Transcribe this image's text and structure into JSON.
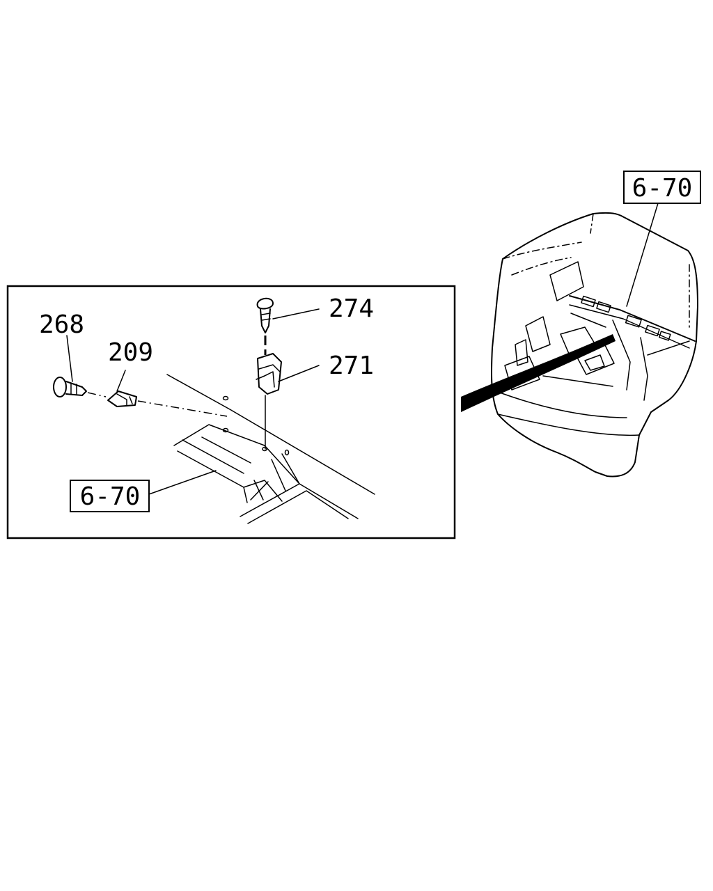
{
  "callouts": {
    "part_274": "274",
    "part_268": "268",
    "part_209": "209",
    "part_271": "271"
  },
  "references": {
    "main_view_ref": "6-70",
    "detail_view_ref": "6-70"
  },
  "colors": {
    "line": "#000000",
    "background": "#ffffff"
  }
}
